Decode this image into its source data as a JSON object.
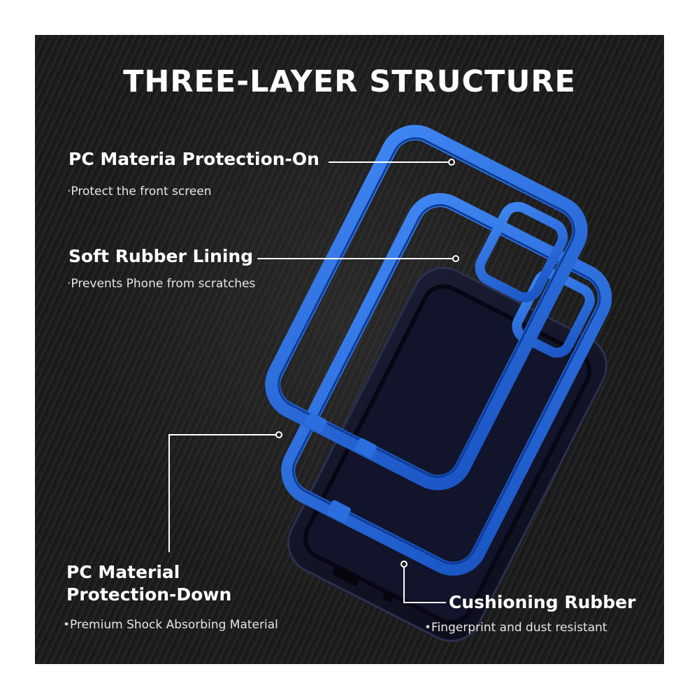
{
  "title": "THREE-LAYER STRUCTURE",
  "callouts": [
    {
      "heading": "PC Materia Protection-On",
      "description": "Protect the front screen",
      "bullet": "·"
    },
    {
      "heading": "Soft Rubber Lining",
      "description": "Prevents Phone from scratches",
      "bullet": "·"
    },
    {
      "heading_line1": "PC Material",
      "heading_line2": "Protection-Down",
      "description": "Premium Shock Absorbing Material",
      "bullet": "•"
    },
    {
      "heading": "Cushioning Rubber",
      "description": "Fingerprint and dust resistant",
      "bullet": "•"
    }
  ],
  "colors": {
    "background": "#1b1b1b",
    "frame_blue": "#1e5fd6",
    "frame_blue_light": "#3f86f2",
    "rubber_case": "#15182b",
    "text": "#ffffff"
  }
}
